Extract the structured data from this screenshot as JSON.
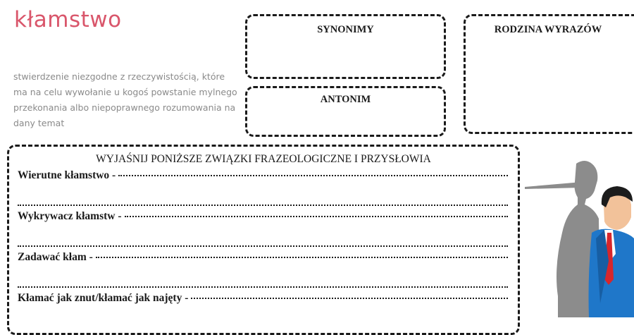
{
  "word": "kłamstwo",
  "definition": "stwierdzenie niezgodne z rzeczywistością, które ma na celu wywołanie u kogoś powstanie mylnego przekonania albo niepoprawnego rozumowania na dany temat",
  "boxes": {
    "synonimy": "SYNONIMY",
    "antonim": "ANTONIM",
    "rodzina": "RODZINA WYRAZÓW"
  },
  "phrases": {
    "heading": "WYJAŚNIJ PONIŻSZE ZWIĄZKI FRAZEOLOGICZNE I PRZYSŁOWIA",
    "items": [
      "Wierutne kłamstwo -",
      "Wykrywacz kłamstw -",
      "Zadawać kłam -",
      "Kłamać jak znut/kłamać jak najęty -"
    ]
  },
  "illustration": {
    "icon": "pinocchio-nose-shadow-businessman-icon",
    "colors": {
      "shadow": "#8c8c8c",
      "suit": "#1f77c9",
      "tie": "#d7262c",
      "skin": "#f2c29a",
      "hair": "#1c1c1c"
    }
  }
}
